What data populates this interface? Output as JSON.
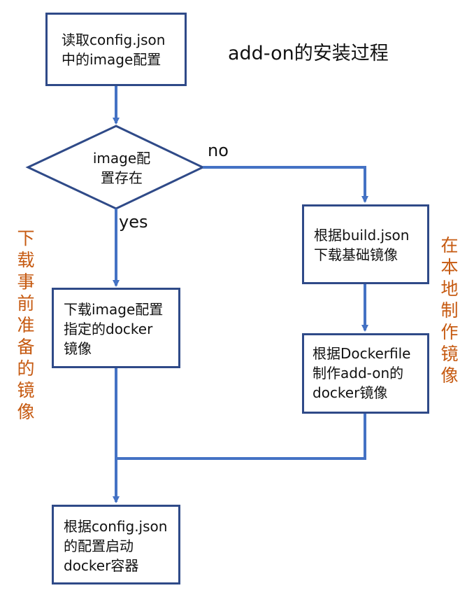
{
  "title": "add-on的安装过程",
  "colors": {
    "box_border": "#2F4A88",
    "connector": "#4472C4",
    "note_text": "#C65A11"
  },
  "nodes": {
    "read_config": "读取config.json\n中的image配置",
    "decision": "image配\n置存在",
    "download_image": "下载image配置\n指定的docker\n镜像",
    "download_base": "根据build.json\n下载基础镜像",
    "build_dockerfile": "根据Dockerfile\n制作add-on的\ndocker镜像",
    "start_container": "根据config.json\n的配置启动\ndocker容器"
  },
  "edge_labels": {
    "no": "no",
    "yes": "yes"
  },
  "notes": {
    "left": "下载事前准备的镜像",
    "right": "在本地制作镜像"
  }
}
